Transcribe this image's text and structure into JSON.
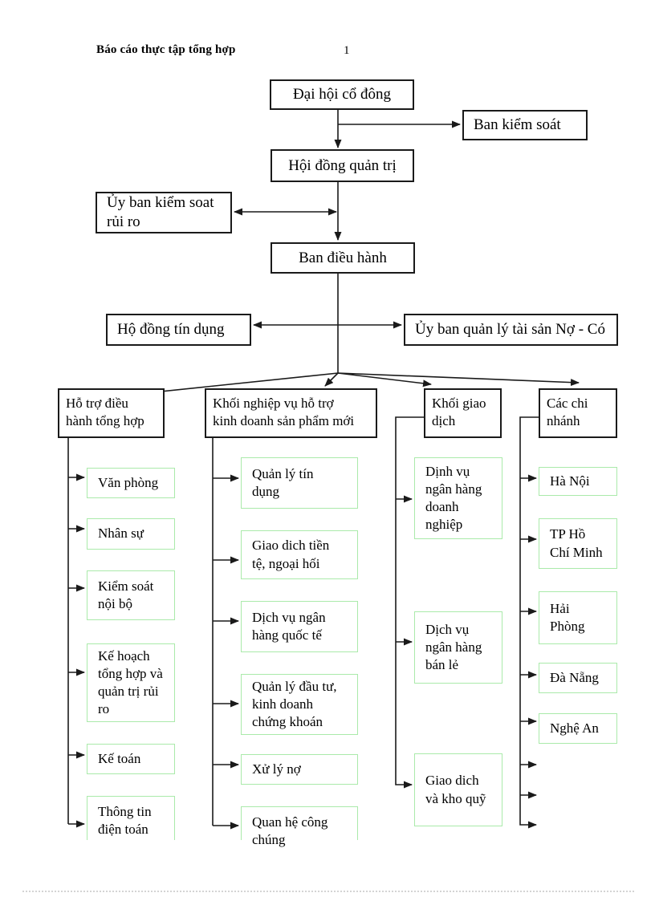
{
  "page": {
    "header_title": "Báo cáo thực tập tổng hợp",
    "page_number": "1"
  },
  "org": {
    "dai_hoi_co_dong": "Đại hội cổ đông",
    "ban_kiem_soat": "Ban kiểm soát",
    "hoi_dong_quan_tri": "Hội đồng quản trị",
    "uy_ban_kiem_soat_rui_ro": "Ủy ban kiểm soat\nrủi ro",
    "ban_dieu_hanh": "Ban điều hành",
    "ho_dong_tin_dung": "Hộ đồng tín dụng",
    "uy_ban_quan_ly_tai_san": "Ủy ban quản lý tài sản Nợ - Có"
  },
  "columns": [
    {
      "header": "Hỗ trợ điều\nhành tổng hợp",
      "items": [
        "Văn phòng",
        "Nhân sự",
        "Kiểm soát\nnội bộ",
        "Kế hoạch\ntổng hợp và\nquản trị rủi\nro",
        "Kế toán",
        "Thông tin\nđiện toán"
      ]
    },
    {
      "header": "Khối nghiệp vụ hỗ trợ\nkinh doanh sản phẩm mới",
      "items": [
        "Quản lý tín\ndụng",
        "Giao dich tiền\ntệ, ngoại hối",
        "Dịch vụ ngân\nhàng quốc tế",
        "Quản lý đầu tư,\nkinh doanh\nchứng khoán",
        "Xử lý nợ",
        "Quan hệ công\nchúng"
      ]
    },
    {
      "header": "Khối giao\ndịch",
      "items": [
        "Dịnh vụ\nngân hàng\ndoanh\nnghiệp",
        "Dịch vụ\nngân hàng\nbán lẻ",
        "Giao dich\nvà kho quỹ"
      ]
    },
    {
      "header": "Các chi\nnhánh",
      "items": [
        "Hà Nội",
        "TP Hồ\nChí Minh",
        "Hải\nPhòng",
        "Đà Nẵng",
        "Nghệ An"
      ]
    }
  ],
  "colors": {
    "line": "#1a1a1a",
    "leaf_border": "#aaeaaa"
  }
}
